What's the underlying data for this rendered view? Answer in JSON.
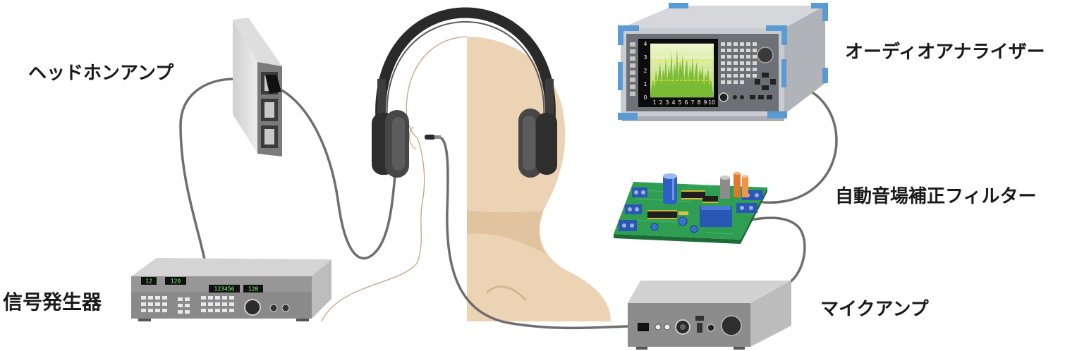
{
  "labels": {
    "headphone_amp": "ヘッドホンアンプ",
    "signal_generator": "信号発生器",
    "audio_analyzer": "オーディオアナライザー",
    "room_correction_filter": "自動音場補正フィルター",
    "mic_amp": "マイクアンプ"
  },
  "signal_generator_displays": [
    "12",
    "120",
    "123456",
    "120"
  ],
  "analyzer_screen": {
    "y_ticks": [
      "4",
      "3",
      "2",
      "1",
      "0"
    ],
    "x_ticks": [
      "1",
      "2",
      "3",
      "4",
      "5",
      "6",
      "7",
      "8",
      "9",
      "10"
    ]
  },
  "colors": {
    "head": "#ecd3b4",
    "pcb_board": "#2f9e52"
  }
}
